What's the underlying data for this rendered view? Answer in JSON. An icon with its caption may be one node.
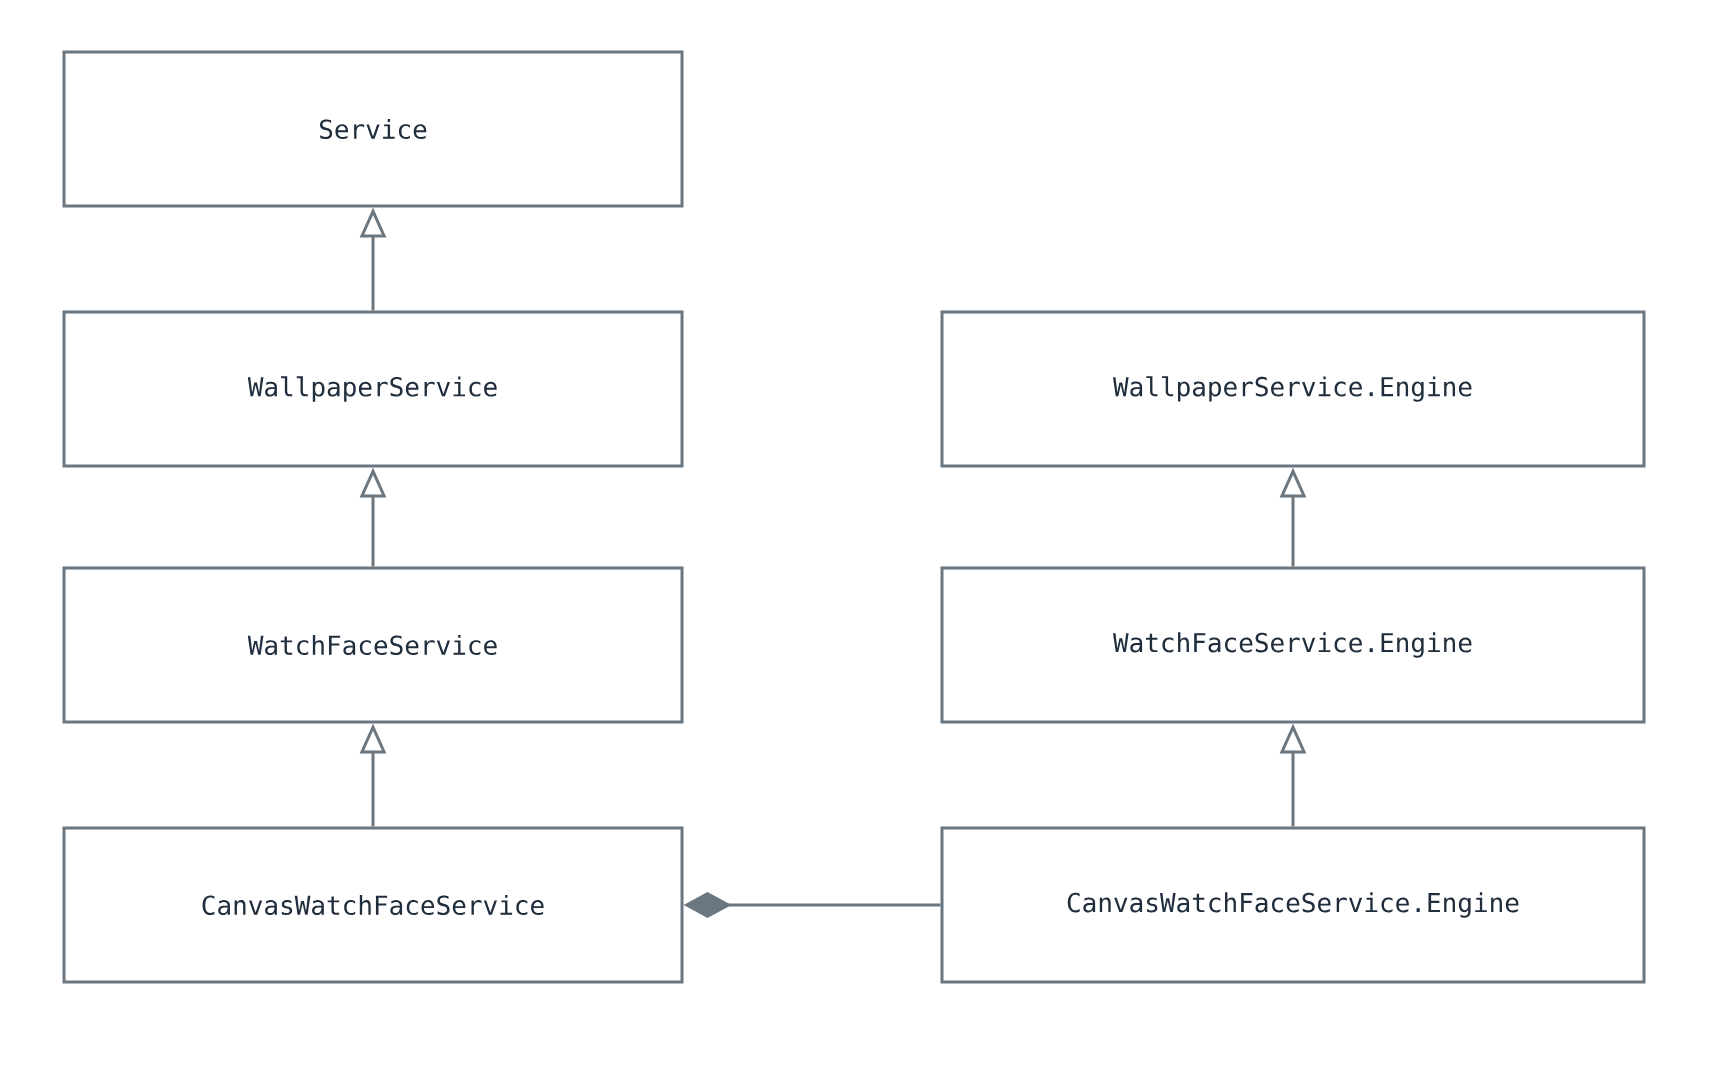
{
  "diagram": {
    "nodes": [
      {
        "text": [
          "Service"
        ]
      },
      {
        "text": [
          "WallpaperService"
        ]
      },
      {
        "text": [
          "WallpaperService.Engine"
        ]
      },
      {
        "text": [
          "WatchFaceService"
        ]
      },
      {
        "text": [
          "WatchFaceService.Engine"
        ]
      },
      {
        "text": [
          "CanvasWatchFaceService"
        ]
      },
      {
        "text": [
          "CanvasWatchFaceService.Engine"
        ]
      }
    ],
    "edges": [
      {
        "from": 1,
        "to": 0,
        "arrow": "to"
      },
      {
        "from": 3,
        "to": 1,
        "arrow": "to"
      },
      {
        "from": 5,
        "to": 3,
        "arrow": "to"
      },
      {
        "from": 4,
        "to": 2,
        "arrow": "to"
      },
      {
        "from": 6,
        "to": 4,
        "arrow": "to"
      },
      {
        "from": 5,
        "to": 6,
        "arrow": "other"
      }
    ]
  }
}
